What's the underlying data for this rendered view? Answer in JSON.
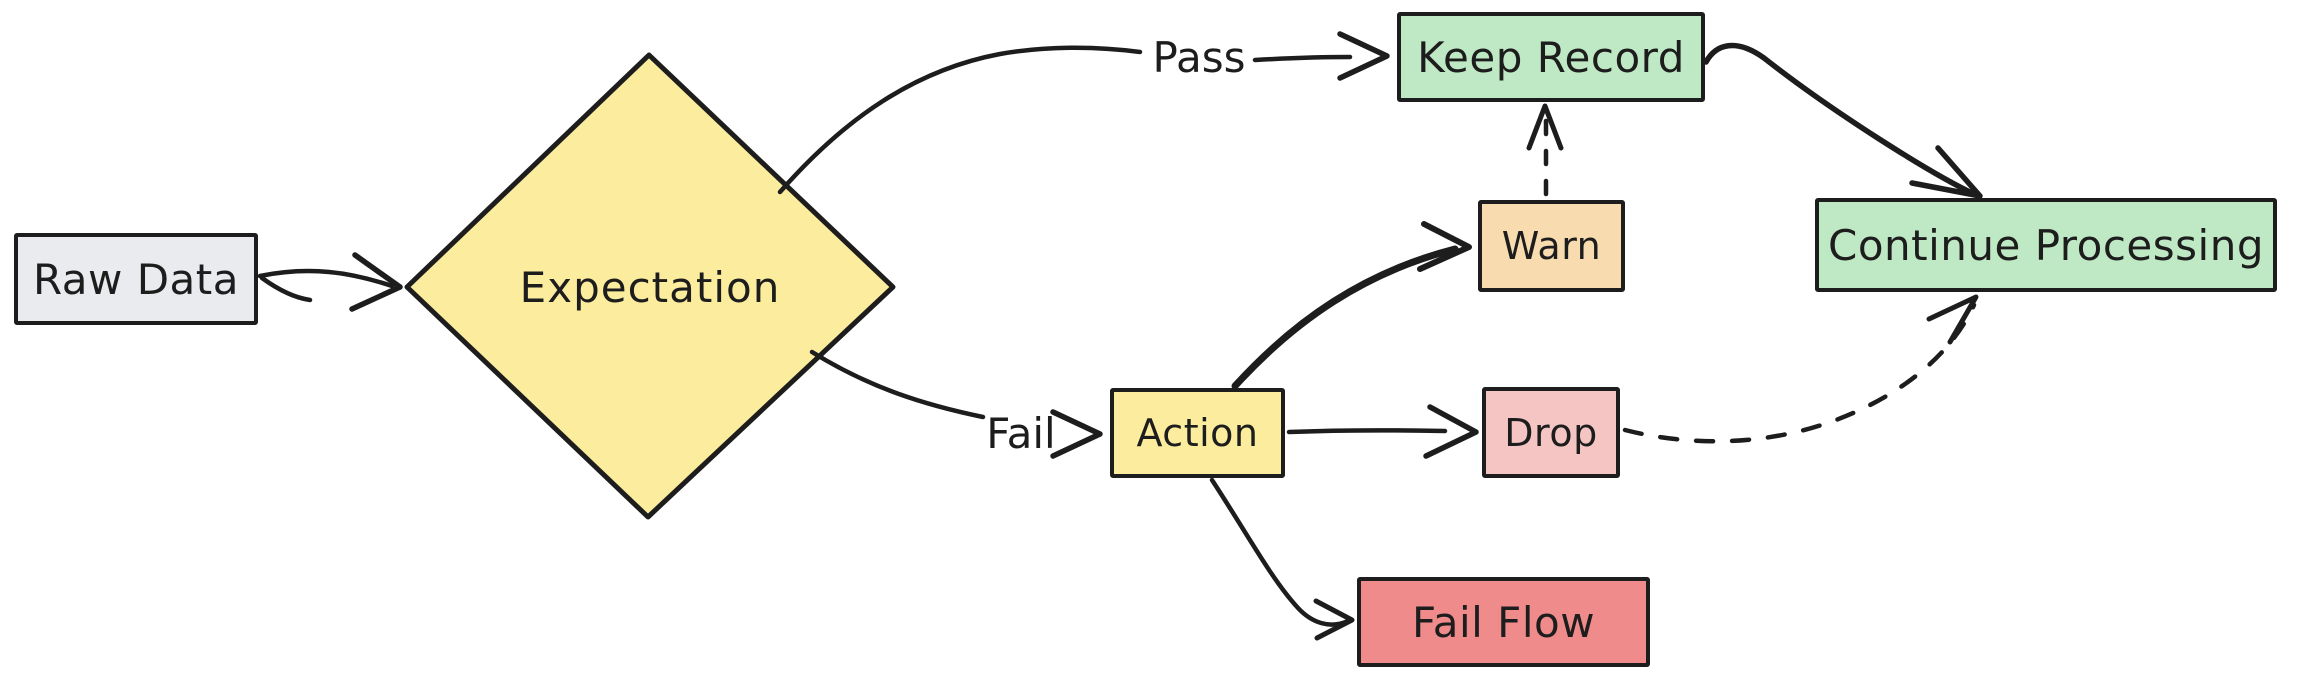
{
  "diagram": {
    "type": "flowchart",
    "style": "hand-drawn",
    "stroke_color": "#1d1d1d",
    "background_color": "#ffffff",
    "nodes": [
      {
        "id": "raw_data",
        "label": "Raw Data",
        "shape": "rectangle",
        "fill": "#e9ebee"
      },
      {
        "id": "expectation",
        "label": "Expectation",
        "shape": "diamond",
        "fill": "#fcec9e"
      },
      {
        "id": "keep_record",
        "label": "Keep Record",
        "shape": "rectangle",
        "fill": "#bfe9c4"
      },
      {
        "id": "warn",
        "label": "Warn",
        "shape": "rectangle",
        "fill": "#f8dcb0"
      },
      {
        "id": "action",
        "label": "Action",
        "shape": "rectangle",
        "fill": "#fcec9e"
      },
      {
        "id": "drop",
        "label": "Drop",
        "shape": "rectangle",
        "fill": "#f4c5c3"
      },
      {
        "id": "fail_flow",
        "label": "Fail Flow",
        "shape": "rectangle",
        "fill": "#ef8b8b"
      },
      {
        "id": "continue_processing",
        "label": "Continue Processing",
        "shape": "rectangle",
        "fill": "#bfe9c4"
      }
    ],
    "edges": [
      {
        "from": "raw_data",
        "to": "expectation",
        "label": "",
        "line": "solid"
      },
      {
        "from": "expectation",
        "to": "keep_record",
        "label": "Pass",
        "line": "solid"
      },
      {
        "from": "expectation",
        "to": "action",
        "label": "Fail",
        "line": "solid"
      },
      {
        "from": "action",
        "to": "warn",
        "label": "",
        "line": "solid"
      },
      {
        "from": "action",
        "to": "drop",
        "label": "",
        "line": "solid"
      },
      {
        "from": "action",
        "to": "fail_flow",
        "label": "",
        "line": "solid"
      },
      {
        "from": "warn",
        "to": "keep_record",
        "label": "",
        "line": "dashed"
      },
      {
        "from": "keep_record",
        "to": "continue_processing",
        "label": "",
        "line": "solid"
      },
      {
        "from": "drop",
        "to": "continue_processing",
        "label": "",
        "line": "dashed"
      }
    ]
  }
}
